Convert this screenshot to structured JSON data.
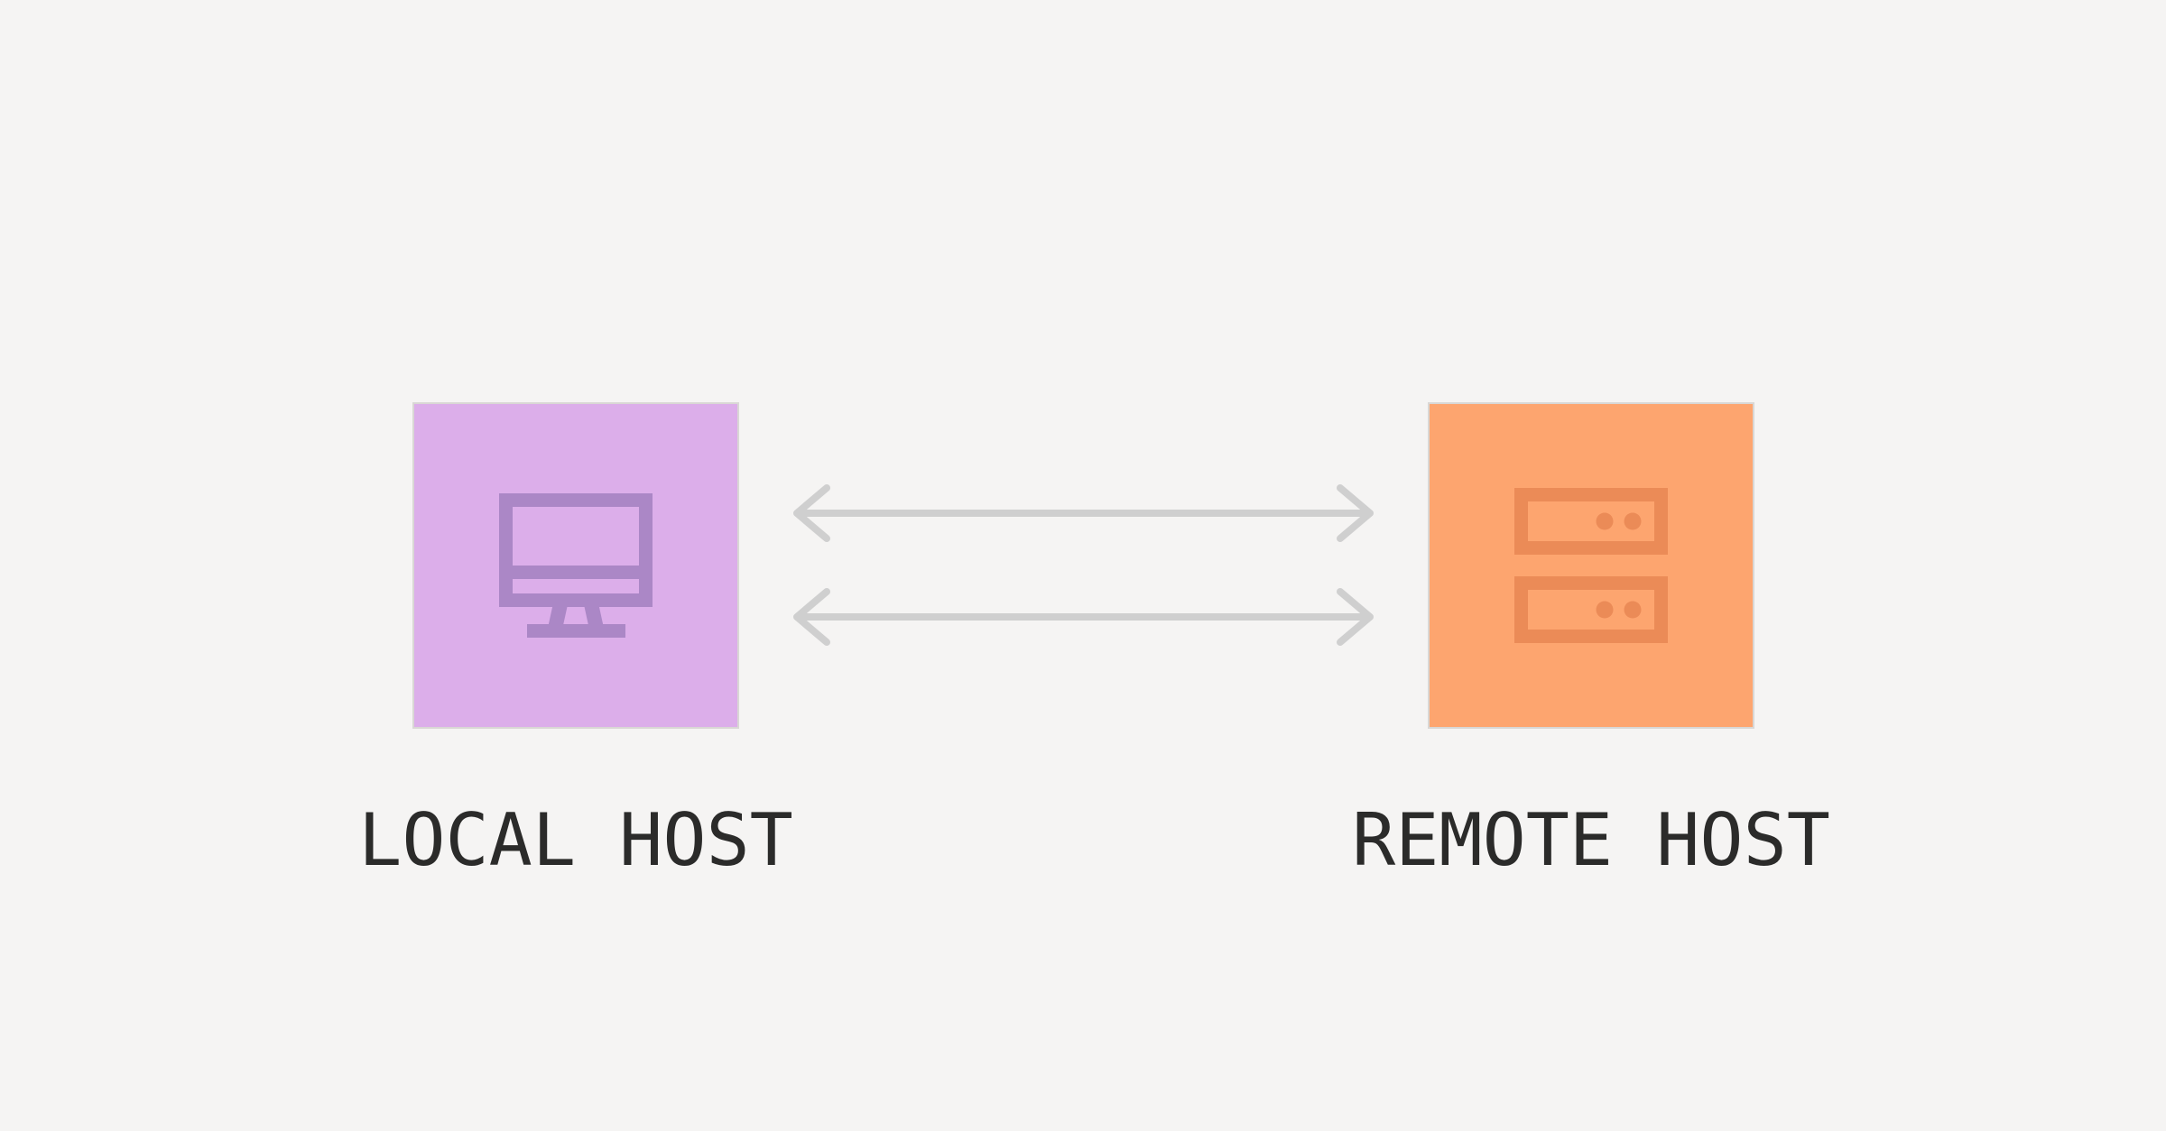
{
  "canvas": {
    "background": "#f5f4f3"
  },
  "nodes": [
    {
      "id": "local-host",
      "label": "LOCAL HOST",
      "icon": "desktop-monitor-icon",
      "box_fill": "#dcaeea",
      "icon_color": "#ab87c6",
      "border_color": "#d9d7d5"
    },
    {
      "id": "remote-host",
      "label": "REMOTE HOST",
      "icon": "server-rack-icon",
      "box_fill": "#fda56f",
      "icon_color": "#eb8b57",
      "border_color": "#d9d7d5"
    }
  ],
  "connections": [
    {
      "id": "link-top",
      "type": "bidirectional-arrow",
      "color": "#cfcfcf"
    },
    {
      "id": "link-bottom",
      "type": "bidirectional-arrow",
      "color": "#cfcfcf"
    }
  ],
  "label_color": "#2b2b2a"
}
